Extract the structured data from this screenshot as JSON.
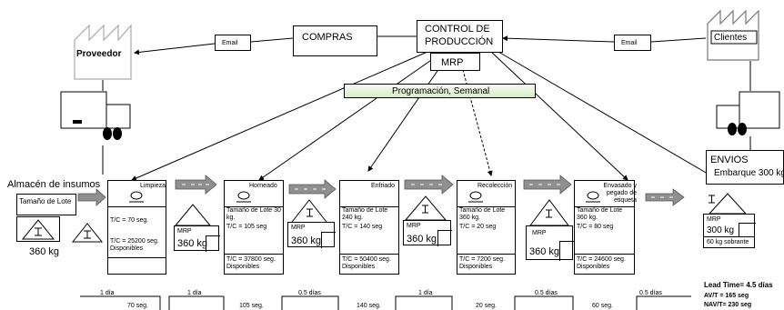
{
  "supplier": {
    "label": "Proveedor"
  },
  "customer": {
    "label": "Clientes"
  },
  "email_left": "Email",
  "email_right": "Email",
  "compras": "COMPRAS",
  "control": {
    "line1": "CONTROL DE",
    "line2": "PRODUCCIÓN",
    "mrp": "MRP"
  },
  "schedule": "Programación, Semanal",
  "envios": {
    "title": "ENVIOS",
    "sub": "Embarque 300 kg"
  },
  "almacen": {
    "title": "Almacén de insumos",
    "lote": "Tamaño de Lote",
    "qty": "360 kg"
  },
  "processes": [
    {
      "name": "Limpieza",
      "l1": "T/C = 70 seg.",
      "l2": "",
      "l3": "T/C = 25200 seg.",
      "l4": "Disponibles"
    },
    {
      "name": "Horneado",
      "l1": "Tamaño de Lote 30 kg.",
      "l2": "T/C = 105 seg",
      "l3": "T/C = 37800 seg.",
      "l4": "Disponibles"
    },
    {
      "name": "Enfriado",
      "l1": "Tamaño de Lote 240 kg.",
      "l2": "T/C = 140 seg",
      "l3": "T/C = 50400 seg.",
      "l4": "Disponibles"
    },
    {
      "name": "Recolección",
      "l1": "Tamaño de Lote 360 kg.",
      "l2": "T/C = 20 seg",
      "l3": "T/C = 7200 seg.",
      "l4": "Disponibles"
    },
    {
      "name": "Envasado y pegado de etiqueta",
      "l1": "Tamaño de Lote 360 kg.",
      "l2": "T/C = 80 seg",
      "l3": "T/C = 24600 seg.",
      "l4": "Disponibles"
    }
  ],
  "inventories": [
    {
      "mrp": "MRP",
      "qty": "360 kg"
    },
    {
      "mrp": "MRP",
      "qty": "360 kg"
    },
    {
      "mrp": "MRP",
      "qty": "360 kg"
    },
    {
      "mrp": "MRP",
      "qty": "360 kg"
    },
    {
      "mrp": "MRP",
      "qty": "300 kg",
      "extra": "60 kg sobrante"
    }
  ],
  "timeline": {
    "days": [
      "1 día",
      "1 día",
      "0.5 días",
      "1 día",
      "0.5 días",
      "0.5 días"
    ],
    "secs": [
      "70 seg.",
      "105 seg.",
      "140 seg.",
      "20 seg.",
      "60 seg."
    ]
  },
  "summary": {
    "lead": "Lead Time= 4.5 días",
    "av": "AV/T = 165 seg",
    "nav": "NAV/T= 230 seg"
  }
}
